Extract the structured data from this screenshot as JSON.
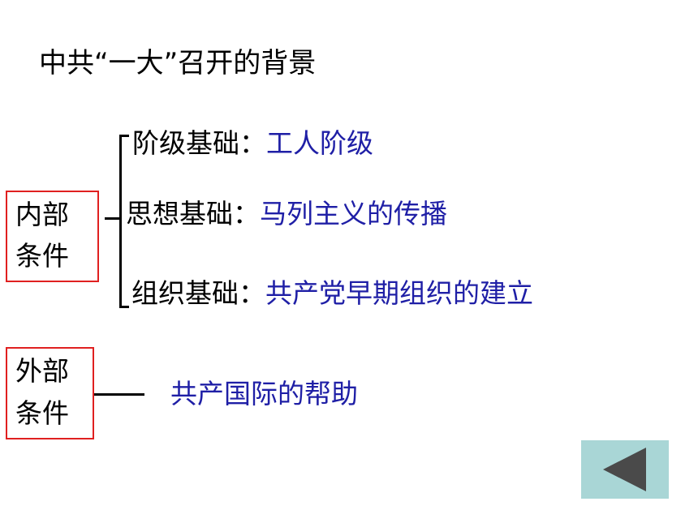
{
  "title": "中共“一大”召开的背景",
  "internal": {
    "label_line1": "内部",
    "label_line2": "条件",
    "items": [
      {
        "label": "阶级基础：",
        "value": "工人阶级"
      },
      {
        "label": "思想基础：",
        "value": "马列主义的传播"
      },
      {
        "label": "组织基础：",
        "value": "共产党早期组织的建立"
      }
    ]
  },
  "external": {
    "label_line1": "外部",
    "label_line2": "条件",
    "value": "共产国际的帮助"
  },
  "nav": {
    "back_icon": "triangle-left-icon",
    "button_color": "#a9d6d6",
    "icon_color": "#4a4a4a"
  },
  "colors": {
    "accent_text": "#1f1fa6",
    "box_border": "#e02020"
  }
}
